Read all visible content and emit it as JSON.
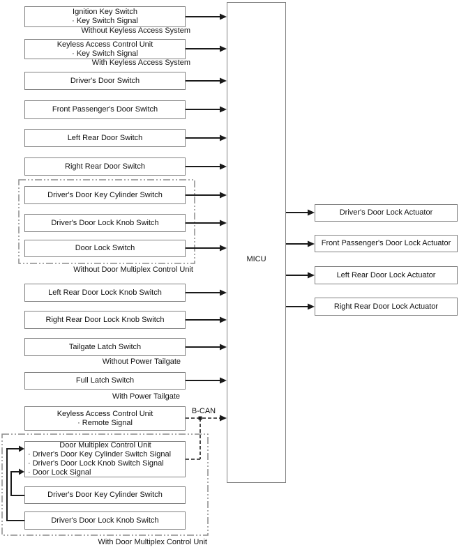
{
  "diagram": {
    "micu_label": "MICU",
    "bcan_label": "B-CAN",
    "inputs": {
      "ignition": {
        "line1": "Ignition Key Switch",
        "line2": "· Key Switch Signal"
      },
      "keyless_key": {
        "line1": "Keyless Access Control Unit",
        "line2": "· Key Switch Signal"
      },
      "drivers_door": {
        "label": "Driver's Door Switch"
      },
      "front_passenger_door": {
        "label": "Front Passenger's Door Switch"
      },
      "left_rear_door": {
        "label": "Left Rear Door Switch"
      },
      "right_rear_door": {
        "label": "Right Rear Door Switch"
      },
      "drivers_key_cylinder": {
        "label": "Driver's Door Key Cylinder Switch"
      },
      "drivers_lock_knob": {
        "label": "Driver's Door Lock Knob Switch"
      },
      "door_lock": {
        "label": "Door Lock Switch"
      },
      "left_rear_lock_knob": {
        "label": "Left Rear Door Lock Knob Switch"
      },
      "right_rear_lock_knob": {
        "label": "Right Rear Door Lock Knob Switch"
      },
      "tailgate_latch": {
        "label": "Tailgate Latch Switch"
      },
      "full_latch": {
        "label": "Full Latch Switch"
      },
      "keyless_remote": {
        "line1": "Keyless Access Control Unit",
        "line2": "· Remote Signal"
      },
      "door_multiplex": {
        "title": "Door Multiplex Control Unit",
        "bullet1": "· Driver's Door Key Cylinder Switch Signal",
        "bullet2": "· Driver's Door Lock Knob Switch Signal",
        "bullet3": "· Door Lock Signal"
      },
      "mux_key_cylinder": {
        "label": "Driver's Door Key Cylinder Switch"
      },
      "mux_lock_knob": {
        "label": "Driver's Door Lock Knob Switch"
      }
    },
    "captions": {
      "without_keyless": "Without Keyless Access System",
      "with_keyless": "With Keyless Access System",
      "without_multiplex": "Without Door Multiplex Control Unit",
      "without_power_tailgate": "Without Power Tailgate",
      "with_power_tailgate": "With Power Tailgate",
      "with_multiplex": "With Door Multiplex Control Unit"
    },
    "outputs": {
      "drivers_actuator": "Driver's Door Lock Actuator",
      "front_passenger_actuator": "Front Passenger's Door Lock Actuator",
      "left_rear_actuator": "Left Rear Door Lock Actuator",
      "right_rear_actuator": "Right Rear Door Lock Actuator"
    },
    "colors": {
      "box_border": "#808080",
      "group_border": "#8c8c8c",
      "connector": "#1a1a1a",
      "background": "#ffffff"
    }
  }
}
